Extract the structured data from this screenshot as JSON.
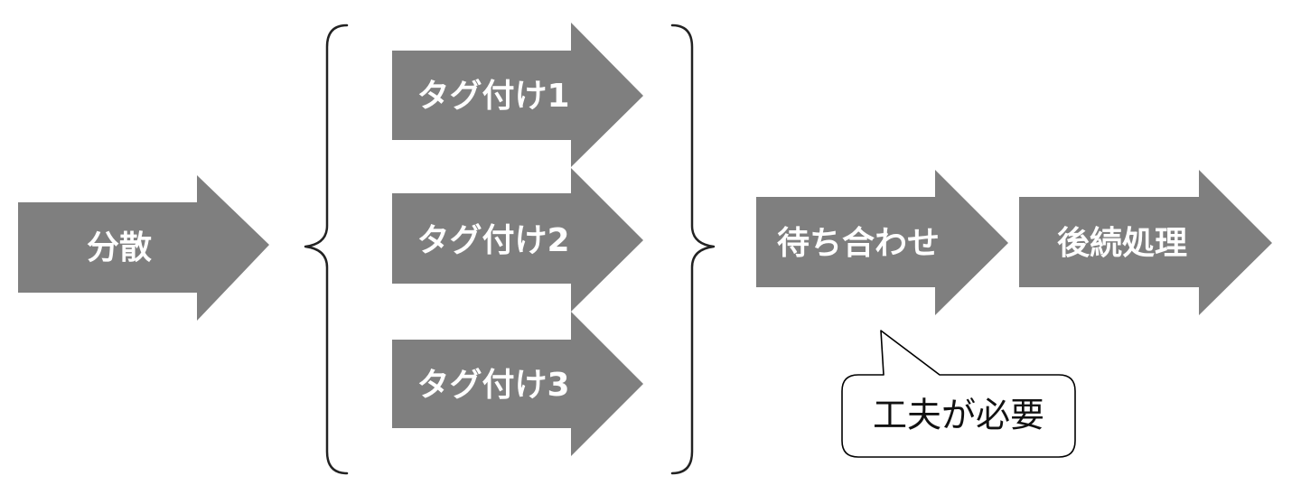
{
  "diagram": {
    "colors": {
      "arrow_fill": "#7f7f7f",
      "arrow_text": "#ffffff",
      "brace": "#222222",
      "callout_border": "#000000"
    },
    "disperse_label": "分散",
    "tagging_labels": [
      "タグ付け1",
      "タグ付け2",
      "タグ付け3"
    ],
    "wait_label": "待ち合わせ",
    "post_process_label": "後続処理",
    "callout_label": "工夫が必要"
  }
}
